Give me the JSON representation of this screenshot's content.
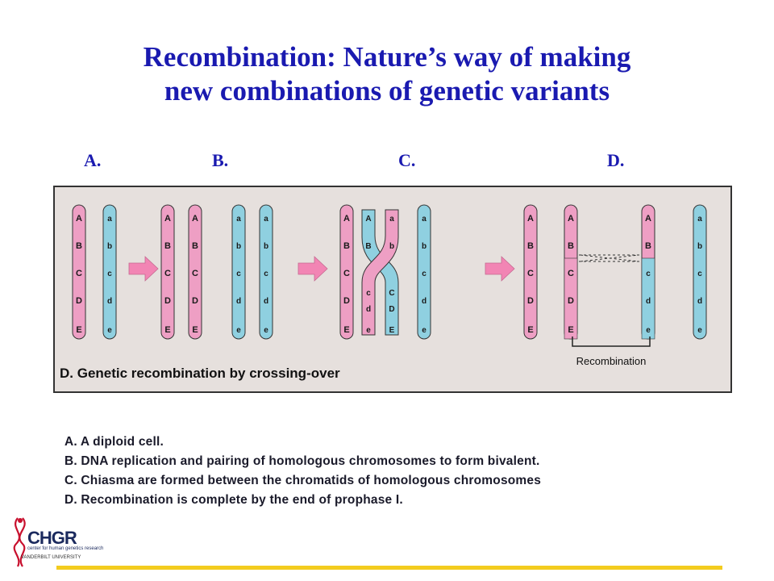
{
  "slide": {
    "title_line1": "Recombination:  Nature’s way of making",
    "title_line2": "new combinations of genetic variants"
  },
  "panels": [
    {
      "label": "A."
    },
    {
      "label": "B."
    },
    {
      "label": "C."
    },
    {
      "label": "D."
    }
  ],
  "figure": {
    "caption": "D. Genetic recombination by crossing-over",
    "recombination_label": "Recombination",
    "loci_upper": [
      "A",
      "B",
      "C",
      "D",
      "E"
    ],
    "loci_lower": [
      "a",
      "b",
      "c",
      "d",
      "e"
    ],
    "colors": {
      "pink": "#ee9fc4",
      "blue": "#8fd0e0",
      "arrow": "#f285b4",
      "background": "#e6e0dd"
    }
  },
  "legend": [
    "A.  A diploid cell.",
    "B.  DNA replication and pairing of homologous chromosomes to form bivalent.",
    "C.  Chiasma are formed between the chromatids of homologous chromosomes",
    "D.  Recombination is complete by the end of prophase I."
  ],
  "logo": {
    "name": "CHGR",
    "subtitle": "center for human genetics research",
    "university": "VANDERBILT UNIVERSITY"
  }
}
